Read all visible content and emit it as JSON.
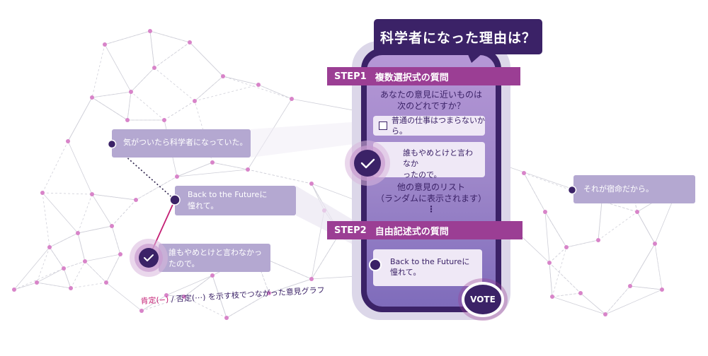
{
  "question_bubble": "科学者になった理由は？",
  "step1": {
    "label": "STEP1",
    "title": "複数選択式の質問"
  },
  "step2": {
    "label": "STEP2",
    "title": "自由記述式の質問"
  },
  "phone": {
    "question_line1": "あなたの意見に近いものは",
    "question_line2": "次のどれですか？",
    "option_unchecked": "普通の仕事はつまらないから。",
    "option_checked_line1": "誰もやめとけと言わなか",
    "option_checked_line2": "ったので。",
    "other_line1": "他の意見のリスト",
    "other_line2": "（ランダムに表示されます）",
    "other_dots": "⋮",
    "free_text_line1": "Back to the Futureに",
    "free_text_line2": "憧れて。",
    "vote_label": "VOTE"
  },
  "graph_cards": {
    "card1": "気がついたら科学者になっていた。",
    "card2_line1": "Back to the Futureに",
    "card2_line2": "憧れて。",
    "card3_line1": "誰もやめとけと言わなかっ",
    "card3_line2": "たので。",
    "card4": "それが宿命だから。"
  },
  "caption": {
    "positive": "肯定(−)",
    "sep": " / ",
    "negative": "否定(⋯)",
    "rest": " を示す枝でつながった意見グラフ"
  },
  "colors": {
    "dark_purple": "#3b2267",
    "magenta": "#9b3e94",
    "positive_edge": "#c41f74",
    "card_bg": "#b4a8d1",
    "node": "#d884c9"
  },
  "icons": [
    "check-icon",
    "checkbox-icon",
    "node-dot-icon"
  ]
}
